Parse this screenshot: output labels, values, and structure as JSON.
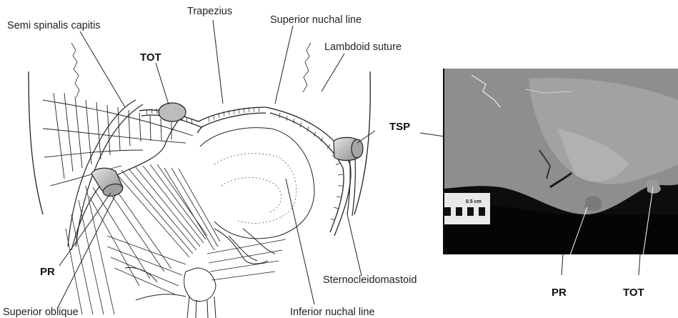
{
  "labels": {
    "semi_spinalis_capitis": "Semi spinalis capitis",
    "trapezius": "Trapezius",
    "superior_nuchal_line": "Superior nuchal line",
    "lambdoid_suture": "Lambdoid suture",
    "tot_left": "TOT",
    "tsp": "TSP",
    "pr_left": "PR",
    "superior_oblique": "Superior oblique",
    "sternocleidomastoid": "Sternocleidomastoid",
    "inferior_nuchal_line": "Inferior nuchal line",
    "pr_right": "PR",
    "tot_right": "TOT"
  },
  "photo": {
    "scale_bar_text": "0.5 cm"
  },
  "colors": {
    "line": "#222222",
    "bone_fill": "#bfbfbf",
    "photo_dark": "#0d0d0d",
    "photo_bone": "#8f8f8f"
  }
}
